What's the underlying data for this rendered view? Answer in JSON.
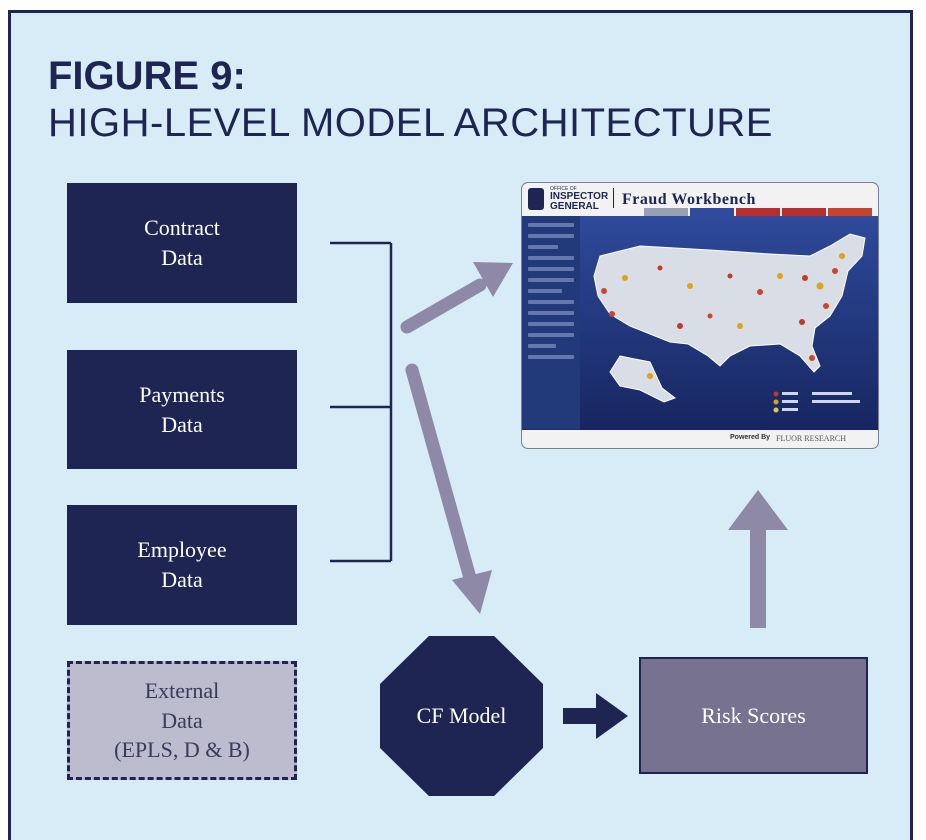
{
  "figure": {
    "number": "FIGURE 9:",
    "title": "HIGH-LEVEL MODEL ARCHITECTURE"
  },
  "data_sources": [
    {
      "label": "Contract\nData"
    },
    {
      "label": "Payments\nData"
    },
    {
      "label": "Employee\nData"
    }
  ],
  "external_source": {
    "label": "External\nData\n(EPLS, D & B)"
  },
  "model": {
    "label": "CF Model"
  },
  "risk": {
    "label": "Risk Scores"
  },
  "workbench": {
    "agency_line1": "OFFICE OF",
    "agency_line2": "INSPECTOR",
    "agency_line3": "GENERAL",
    "title": "Fraud Workbench",
    "powered_by": "Powered By",
    "vendor": "FLUOR RESEARCH"
  },
  "colors": {
    "navy": "#1f2553",
    "background": "#d7ecf7",
    "arrow": "#8d89a6",
    "risk_box": "#77728f",
    "external_box": "#bdbbce"
  }
}
